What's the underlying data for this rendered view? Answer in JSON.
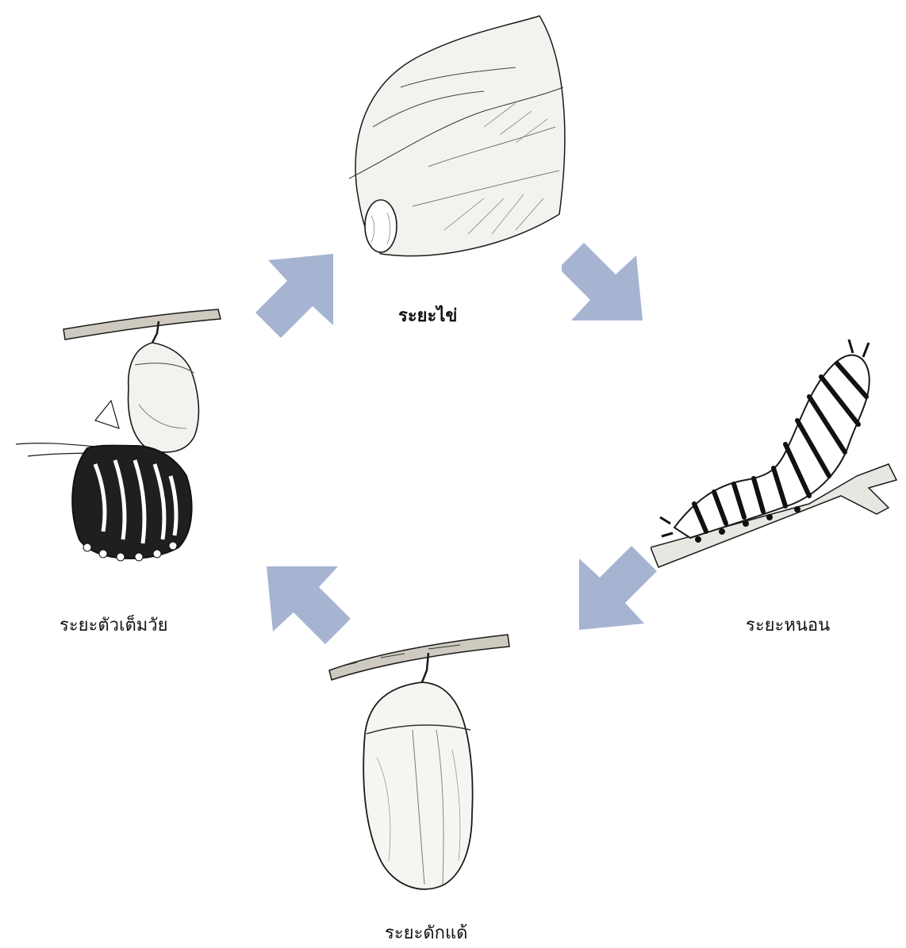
{
  "diagram": {
    "stages": [
      {
        "id": "egg",
        "label": "ระยะไข่",
        "icon": "egg-on-leaf-illustration"
      },
      {
        "id": "larva",
        "label": "ระยะหนอน",
        "icon": "caterpillar-illustration"
      },
      {
        "id": "pupa",
        "label": "ระยะดักแด้",
        "icon": "chrysalis-illustration"
      },
      {
        "id": "adult",
        "label": "ระยะตัวเต็มวัย",
        "icon": "butterfly-emerging-illustration"
      }
    ],
    "arrow_color": "#a6b4d2",
    "line_color": "#1a1a1a"
  }
}
